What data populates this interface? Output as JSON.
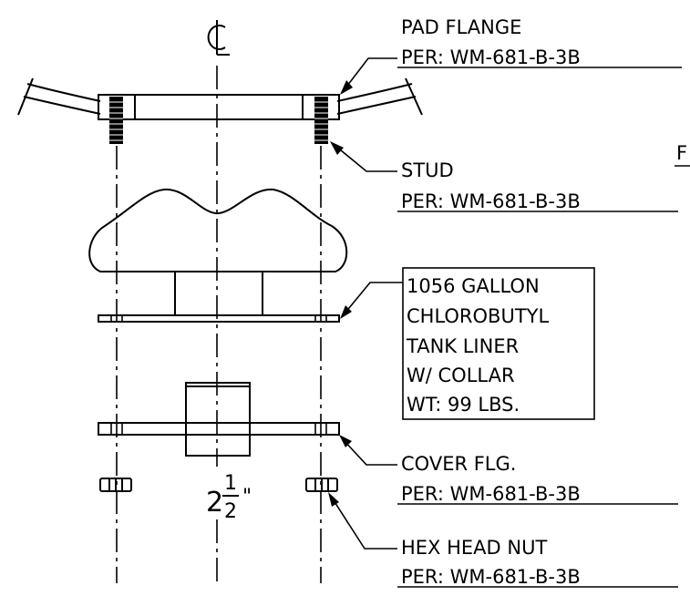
{
  "drawing": {
    "centerline_symbol": "℄",
    "dimension": {
      "whole": "2",
      "numerator": "1",
      "denominator": "2",
      "unit": "\""
    },
    "edge_partial_label": "F"
  },
  "callouts": {
    "pad_flange": {
      "title": "PAD FLANGE",
      "ref": "PER: WM-681-B-3B"
    },
    "stud": {
      "title": "STUD",
      "ref": "PER: WM-681-B-3B"
    },
    "tank_liner": {
      "lines": [
        "1056 GALLON",
        "CHLOROBUTYL",
        "TANK LINER",
        "W/ COLLAR",
        "WT: 99 LBS."
      ]
    },
    "cover_flange": {
      "title": "COVER FLG.",
      "ref": "PER: WM-681-B-3B"
    },
    "hex_nut": {
      "title": "HEX HEAD NUT",
      "ref": "PER: WM-681-B-3B"
    }
  }
}
